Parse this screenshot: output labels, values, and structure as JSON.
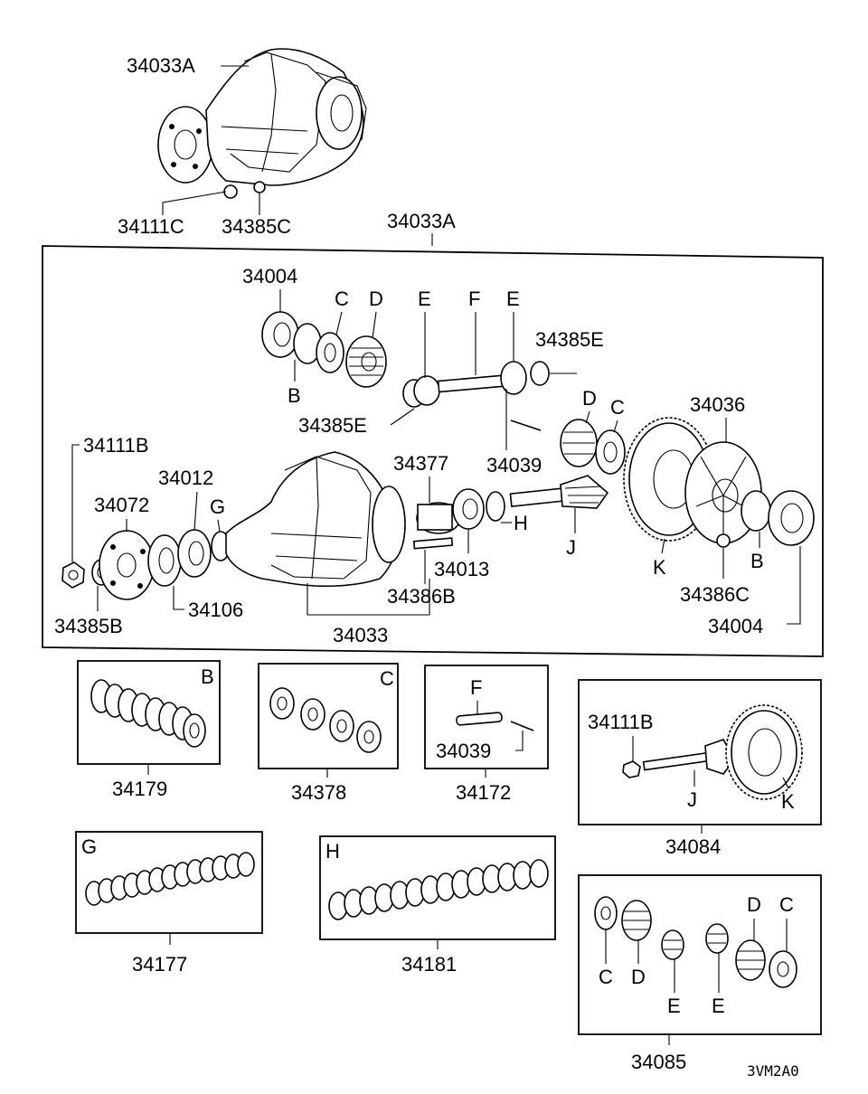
{
  "labels": {
    "assy_top": "34033A",
    "plug_top": "34111C",
    "washer_top": "34385C",
    "assy_group": "34033A",
    "bearing_upper": "34004",
    "C": "C",
    "D": "D",
    "E": "E",
    "F": "F",
    "B": "B",
    "washer_E": "34385E",
    "washer_E2": "34385E",
    "pin": "34039",
    "case": "34036",
    "plug_left": "34111B",
    "flange": "34072",
    "bearing_left": "34012",
    "G": "G",
    "spacer": "34377",
    "H": "H",
    "J": "J",
    "K": "K",
    "bearing_pinion": "34013",
    "bolt": "34386B",
    "bolt_case": "34386C",
    "washer_B": "34385B",
    "seal": "34106",
    "carrier": "34033",
    "bearing_right": "34004"
  },
  "kits": {
    "k34179": {
      "letter": "B",
      "number": "34179"
    },
    "k34378": {
      "letter": "C",
      "number": "34378"
    },
    "k34172": {
      "letter_f": "F",
      "pin": "34039",
      "number": "34172"
    },
    "k34084": {
      "plug": "34111B",
      "letter_j": "J",
      "letter_k": "K",
      "number": "34084"
    },
    "k34177": {
      "letter": "G",
      "number": "34177"
    },
    "k34181": {
      "letter": "H",
      "number": "34181"
    },
    "k34085": {
      "c1": "C",
      "d1": "D",
      "e1": "E",
      "e2": "E",
      "d2": "D",
      "c2": "C",
      "number": "34085"
    }
  },
  "code": "3VM2A0"
}
